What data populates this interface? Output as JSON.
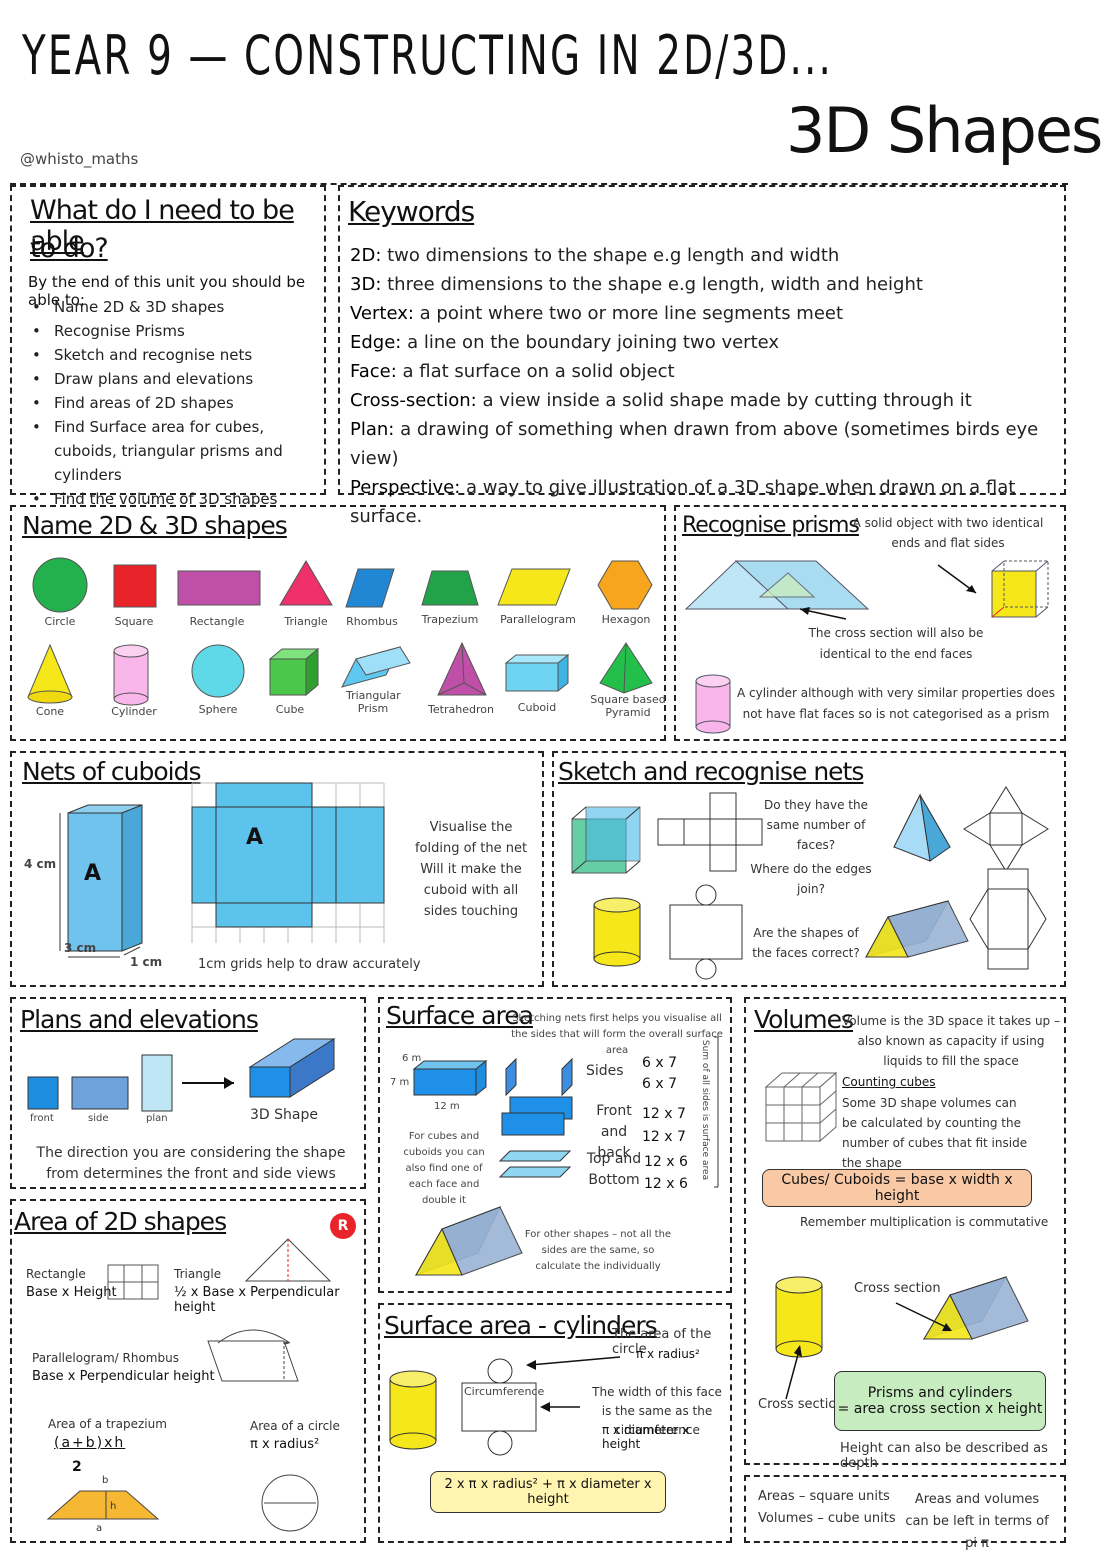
{
  "title": "YEAR 9 — CONSTRUCTING IN 2D/3D...",
  "subtitle": "3D Shapes",
  "handle": "@whisto_maths",
  "need": {
    "heading_line1": "What do I need to be able",
    "heading_line2": "to do?",
    "intro": "By the end of this unit you should be able to:",
    "items": [
      "Name 2D & 3D shapes",
      "Recognise Prisms",
      "Sketch and recognise nets",
      "Draw plans and elevations",
      "Find areas of 2D shapes",
      "Find Surface area for cubes, cuboids, triangular prisms and cylinders",
      "Find the volume of 3D shapes"
    ]
  },
  "keywords": {
    "heading": "Keywords",
    "items": [
      {
        "term": "2D:",
        "def": " two dimensions to the shape e.g length and width"
      },
      {
        "term": "3D:",
        "def": " three dimensions to the shape e.g length, width and height"
      },
      {
        "term": "Vertex:",
        "def": " a point where two or more line segments meet"
      },
      {
        "term": "Edge:",
        "def": " a line on the boundary joining two vertex"
      },
      {
        "term": "Face:",
        "def": " a flat surface on a solid object"
      },
      {
        "term": "Cross-section:",
        "def": " a view inside a solid shape made by cutting through it"
      },
      {
        "term": "Plan:",
        "def": " a drawing of something when drawn from above (sometimes birds eye view)"
      },
      {
        "term": "Perspective:",
        "def": " a way to give illustration of a 3D shape when drawn on a flat surface."
      }
    ]
  },
  "name_shapes": {
    "heading": "Name 2D & 3D shapes",
    "row1": [
      "Circle",
      "Square",
      "Rectangle",
      "Triangle",
      "Rhombus",
      "Trapezium",
      "Parallelogram",
      "Hexagon"
    ],
    "row2": [
      "Cone",
      "Cylinder",
      "Sphere",
      "Cube",
      "Triangular Prism",
      "Tetrahedron",
      "Cuboid",
      "Square based Pyramid"
    ]
  },
  "prisms": {
    "heading": "Recognise prisms",
    "def": "A solid object with two identical ends and flat sides",
    "cross": "The cross section will also be identical to the end faces",
    "cylinder": "A cylinder although with very similar properties does not have flat faces so is not categorised as a prism"
  },
  "nets_cuboids": {
    "heading": "Nets of cuboids",
    "dim1": "4 cm",
    "dim2": "3 cm",
    "dim3": "1 cm",
    "face": "A",
    "visualise": "Visualise the folding of the net Will it make the cuboid with all sides touching",
    "grid_note": "1cm grids help to draw accurately"
  },
  "sketch_nets": {
    "heading": "Sketch and recognise nets",
    "q1": "Do they have the same number of faces?",
    "q2": "Where do the edges join?",
    "q3": "Are the shapes of the faces correct?"
  },
  "plans": {
    "heading": "Plans and elevations",
    "labels": [
      "front",
      "side",
      "plan"
    ],
    "shape3d": "3D Shape",
    "note": "The direction you are considering the shape from determines the front and side views"
  },
  "area2d": {
    "heading": "Area of 2D shapes",
    "badge": "R",
    "rect_name": "Rectangle",
    "rect_formula": "Base x Height",
    "tri_name": "Triangle",
    "tri_formula": "½ x Base x Perpendicular height",
    "para_name": "Parallelogram/ Rhombus",
    "para_formula": "Base x Perpendicular height",
    "trap_name": "Area of a trapezium",
    "trap_formula": "(a+b)xh",
    "trap_den": "2",
    "circ_name": "Area of a circle",
    "circ_formula": "π x radius²"
  },
  "surface": {
    "heading": "Surface area",
    "intro": "Sketching nets first helps you visualise all the sides that will form the overall surface area",
    "dims": [
      "6 m",
      "7 m",
      "12 m"
    ],
    "sides_label": "Sides",
    "sides_vals": "6 x 7\n6 x 7",
    "fb_label": "Front and back",
    "fb_vals": "12 x 7\n12 x 7",
    "tb_label": "Top and Bottom",
    "tb_vals": "12 x 6\n12 x 6",
    "sum_note": "Sum of all sides is surface area",
    "cube_note": "For cubes and cuboids you can also find one of each face and double it",
    "other_note": "For other shapes – not all the sides are the same, so calculate the individually"
  },
  "cylinders": {
    "heading": "Surface area - cylinders",
    "circle_area": "The area of the circle",
    "circle_formula": "π x radius²",
    "circumference": "Circumference",
    "width_note": "The width of this face is the same as the circumference",
    "width_formula": "π x diameter x height",
    "total": "2 x π x radius² + π x diameter x height"
  },
  "volumes": {
    "heading": "Volumes",
    "intro": "Volume is the 3D space it takes up – also known as capacity if using liquids to fill the space",
    "counting_head": "Counting cubes",
    "counting": "Some 3D shape volumes can be calculated by counting the number of cubes that fit inside the shape",
    "cuboid_formula": "Cubes/ Cuboids = base x width x height",
    "commutative": "Remember multiplication is commutative",
    "cross1": "Cross section",
    "cross2": "Cross section",
    "prism_formula_l1": "Prisms and cylinders",
    "prism_formula_l2": "= area cross section x height",
    "depth": "Height can also be described as depth"
  },
  "units": {
    "areas": "Areas – square units",
    "volumes": "Volumes – cube units",
    "pi_note": "Areas and volumes can be left in terms of pi π"
  },
  "colors": {
    "blue": "#4fb6e8",
    "red": "#e8242a",
    "purple": "#c04fa8",
    "green": "#22a34a",
    "yellow": "#f5e71a",
    "orange": "#f6a51c",
    "pink": "#f9b6ea",
    "peach": "#f9c9a6",
    "mint": "#c7ecc0",
    "lightyellow": "#fff4b0"
  }
}
